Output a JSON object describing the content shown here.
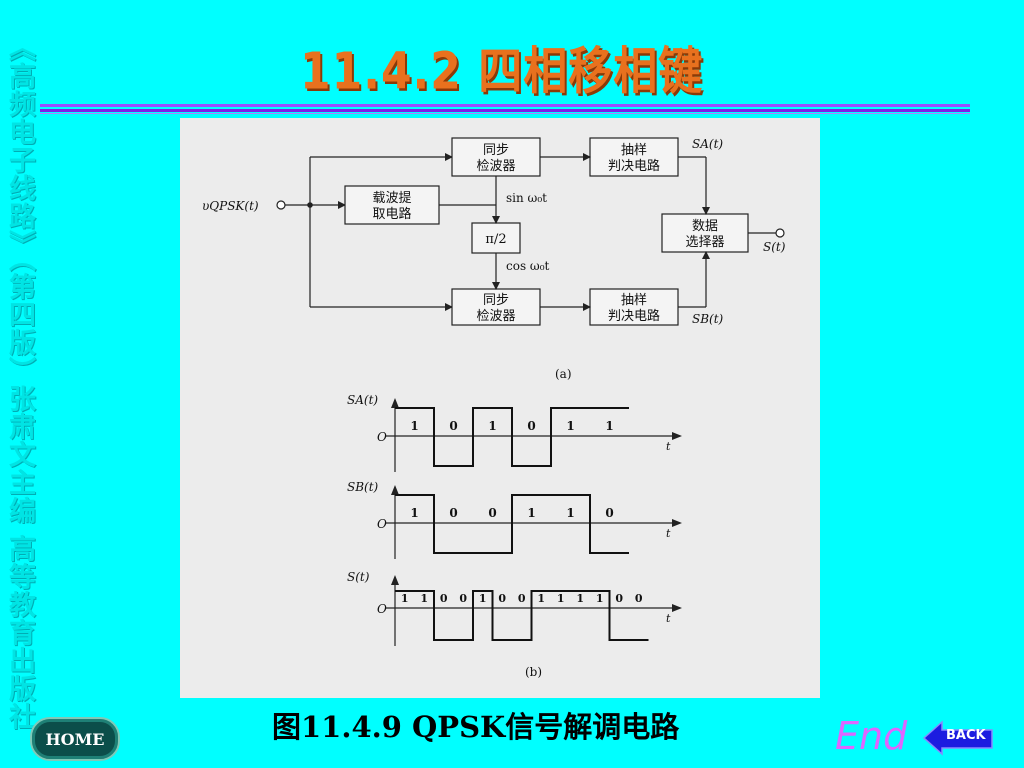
{
  "side_text": "《高频电子线路》（第四版）张肃文主编 高等教育出版社",
  "title": "11.4.2  四相移相键控",
  "caption": "图11.4.9   QPSK信号解调电路",
  "nav": {
    "home": "HOME",
    "end": "End",
    "back": "BACK"
  },
  "diagram": {
    "input": "υQPSK(t)",
    "blocks": {
      "sync_top": [
        "同步",
        "检波器"
      ],
      "carrier": [
        "载波提",
        "取电路"
      ],
      "phase": "π/2",
      "sync_bottom": [
        "同步",
        "检波器"
      ],
      "sample_top": [
        "抽样",
        "判决电路"
      ],
      "sample_bottom": [
        "抽样",
        "判决电路"
      ],
      "selector": [
        "数据",
        "选择器"
      ]
    },
    "signals": {
      "sin": "sin ω₀t",
      "cos": "cos ω₀t",
      "sa": "SA(t)",
      "sb": "SB(t)",
      "out": "S(t)"
    },
    "label_a": "(a)",
    "label_b": "(b)"
  },
  "waveforms": [
    {
      "label": "SA(t)",
      "bits": [
        "1",
        "0",
        "1",
        "0",
        "1",
        "1"
      ],
      "axis": "t",
      "origin": "O"
    },
    {
      "label": "SB(t)",
      "bits": [
        "1",
        "0",
        "0",
        "1",
        "1",
        "0"
      ],
      "axis": "t",
      "origin": "O"
    },
    {
      "label": "S(t)",
      "bits": [
        "1",
        "1",
        "0",
        "0",
        "1",
        "0",
        "0",
        "1",
        "1",
        "1",
        "1",
        "0",
        "0"
      ],
      "axis": "t",
      "origin": "O"
    }
  ]
}
